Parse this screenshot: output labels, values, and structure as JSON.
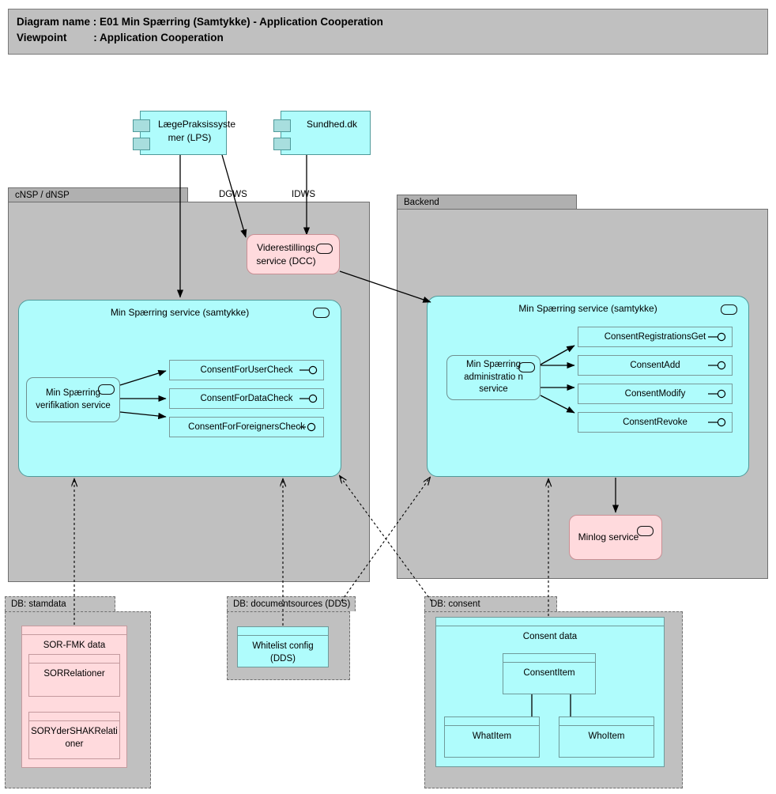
{
  "header": {
    "line1": "Diagram name : E01 Min Spærring (Samtykke) - Application Cooperation",
    "line2": "Viewpoint         : Application Cooperation"
  },
  "colors": {
    "cyan_fill": "#AFFCFC",
    "pink_fill": "#FFDADD",
    "group_fill": "#C0C0C0",
    "group_tab_fill": "#B0B0B0",
    "title_fill": "#C0C0C0",
    "border": "#6F6F6F",
    "line": "#000000"
  },
  "actors": [
    {
      "name": "lps-component",
      "label": "LægePraksissyste\nmer (LPS)"
    },
    {
      "name": "sundhed-component",
      "label": "Sundhed.dk"
    }
  ],
  "edge_labels": [
    {
      "name": "dgws-label",
      "label": "DGWS"
    },
    {
      "name": "idws-label",
      "label": "IDWS"
    }
  ],
  "groups": [
    {
      "name": "cnsp-group",
      "label": "cNSP / dNSP"
    },
    {
      "name": "backend-group",
      "label": "Backend"
    }
  ],
  "db_groups": [
    {
      "name": "db-stamdata",
      "label": "DB: stamdata"
    },
    {
      "name": "db-documentsources",
      "label": "DB: documentsources (DDS)"
    },
    {
      "name": "db-consent",
      "label": "DB: consent"
    }
  ],
  "dcc": {
    "label": "Viderestillings\nservice (DCC)"
  },
  "minlog": {
    "label": "Minlog\nservice"
  },
  "cnsp_service": {
    "title": "Min Spærring service (samtykke)",
    "sub_service": "Min Spærring\nverifikation\nservice",
    "interfaces": [
      {
        "label": "ConsentForUserCheck"
      },
      {
        "label": "ConsentForDataCheck"
      },
      {
        "label": "ConsentForForeignersCheck"
      }
    ]
  },
  "backend_service": {
    "title": "Min Spærring service (samtykke)",
    "sub_service": "Min Spærring\nadministratio\nn service",
    "interfaces": [
      {
        "label": "ConsentRegistrationsGet"
      },
      {
        "label": "ConsentAdd"
      },
      {
        "label": "ConsentModify"
      },
      {
        "label": "ConsentRevoke"
      }
    ]
  },
  "data_objects": {
    "sor_fmk": {
      "label": "SOR-FMK data"
    },
    "sor_relationer": {
      "label": "SORRelationer"
    },
    "sor_yder": {
      "label": "SORYderSHAKRelati\noner"
    },
    "whitelist": {
      "label": "Whitelist config\n(DDS)"
    },
    "consent_data": {
      "label": "Consent data"
    },
    "consent_item": {
      "label": "ConsentItem"
    },
    "what_item": {
      "label": "WhatItem"
    },
    "who_item": {
      "label": "WhoItem"
    }
  }
}
